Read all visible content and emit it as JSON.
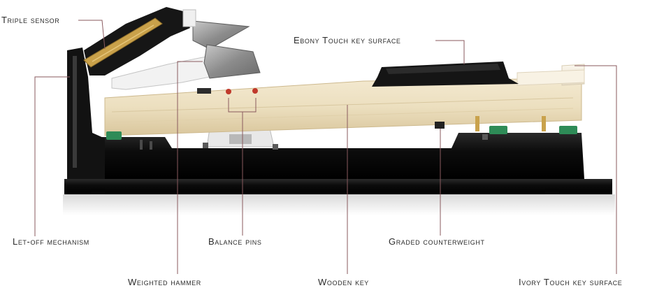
{
  "labels": {
    "triple_sensor": "Triple sensor",
    "ebony_touch": "Ebony Touch key surface",
    "let_off": "Let-off mechanism",
    "balance_pins": "Balance pins",
    "graded_counterweight": "Graded counterweight",
    "weighted_hammer": "Weighted hammer",
    "wooden_key": "Wooden key",
    "ivory_touch": "Ivory Touch key surface"
  },
  "colors": {
    "leader_line": "#8a5a5e",
    "wood": "#efe3c6",
    "base": "#111111",
    "felt": "#2e8b57",
    "hammer_metal": "#9a9a9a",
    "ebony": "#1a1a1a",
    "ivory": "#f6efe0"
  }
}
